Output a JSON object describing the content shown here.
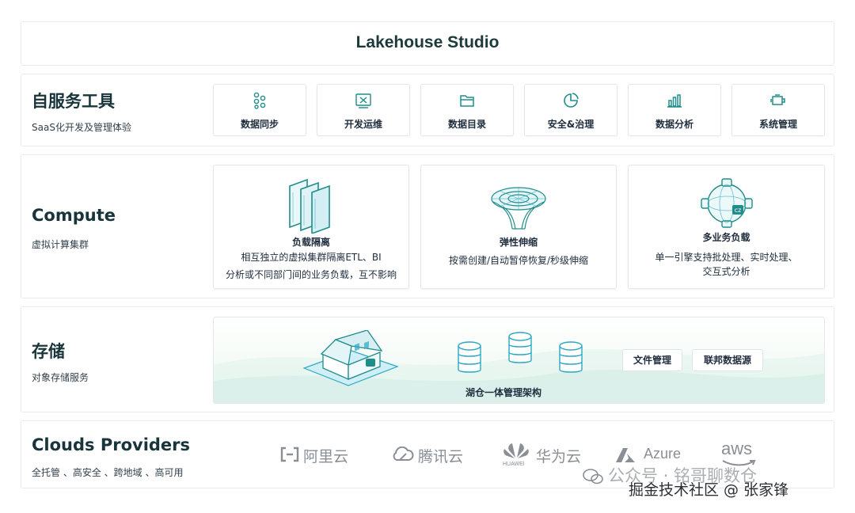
{
  "header": {
    "title": "Lakehouse Studio"
  },
  "self_service": {
    "title": "自服务工具",
    "subtitle": "SaaS化开发及管理体验",
    "tools": [
      {
        "label": "数据同步",
        "icon": "data-sync-icon"
      },
      {
        "label": "开发运维",
        "icon": "dev-ops-icon"
      },
      {
        "label": "数据目录",
        "icon": "folder-icon"
      },
      {
        "label": "安全&治理",
        "icon": "pie-chart-icon"
      },
      {
        "label": "数据分析",
        "icon": "bar-chart-icon"
      },
      {
        "label": "系统管理",
        "icon": "system-admin-icon"
      }
    ]
  },
  "compute": {
    "title": "Compute",
    "subtitle": "虚拟计算集群",
    "cards": [
      {
        "title": "负载隔离",
        "desc_line1": "相互独立的虚拟集群隔离ETL、BI",
        "desc_line2": "分析或不同部门间的业务负载，互不影响",
        "icon": "layered-panels-icon"
      },
      {
        "title": "弹性伸缩",
        "desc_line1": "按需创建/自动暂停恢复/秒级伸缩",
        "icon": "wormhole-icon"
      },
      {
        "title": "多业务负载",
        "desc_line1": "单一引擎支持批处理、实时处理、",
        "desc_line2": "交互式分析",
        "icon": "engine-sphere-icon"
      }
    ]
  },
  "storage": {
    "title": "存储",
    "subtitle": "对象存储服务",
    "caption": "湖仓一体管理架构",
    "buttons": [
      "文件管理",
      "联邦数据源"
    ]
  },
  "clouds": {
    "title": "Clouds Providers",
    "subtitle": "全托管 、高安全 、跨地域 、高可用",
    "providers": [
      {
        "name": "阿里云",
        "icon": "aliyun-logo-icon"
      },
      {
        "name": "腾讯云",
        "icon": "tencent-cloud-logo-icon"
      },
      {
        "name": "华为云",
        "sub": "HUAWEI",
        "icon": "huawei-logo-icon"
      },
      {
        "name": "Azure",
        "icon": "azure-logo-icon"
      },
      {
        "name": "aws",
        "icon": "aws-logo-icon"
      }
    ]
  },
  "watermark": {
    "line1": "公众号 · 铭哥聊数仓",
    "line2": "掘金技术社区 @ 张家锋"
  },
  "colors": {
    "teal": "#1f8d8a",
    "accent_cyan": "#2aa8c4",
    "title_dark": "#17353a"
  }
}
